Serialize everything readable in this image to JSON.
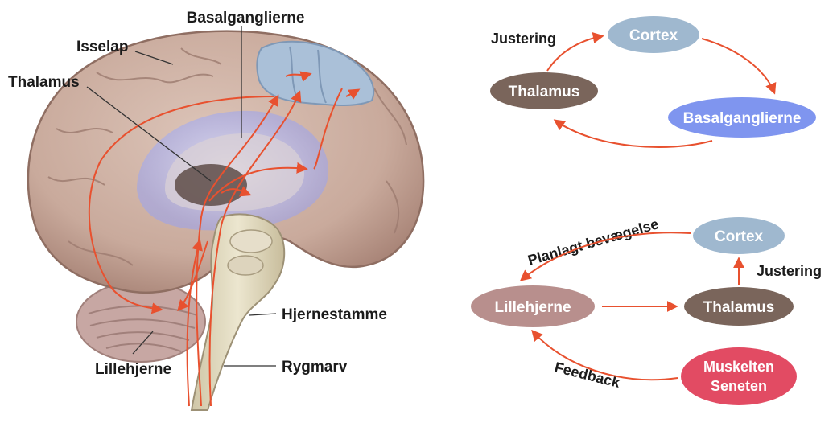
{
  "brain_labels": {
    "basalganglierne": "Basalganglierne",
    "isselap": "Isselap",
    "thalamus": "Thalamus",
    "hjernestamme": "Hjernestamme",
    "rygmarv": "Rygmarv",
    "lillehjerne": "Lillehjerne"
  },
  "top_cycle": {
    "cortex": "Cortex",
    "thalamus": "Thalamus",
    "basalganglierne": "Basalganglierne",
    "justering": "Justering"
  },
  "bottom_cycle": {
    "cortex": "Cortex",
    "thalamus": "Thalamus",
    "lillehjerne": "Lillehjerne",
    "muskelten_line1": "Muskelten",
    "muskelten_line2": "Seneten",
    "planlagt": "Planlagt bevægelse",
    "justering": "Justering",
    "feedback": "Feedback"
  },
  "colors": {
    "arrow": "#e8512f",
    "cortex": "#9fb8cf",
    "thalamus": "#7a655b",
    "basalganglierne": "#7f95ef",
    "lillehjerne": "#b88f8d",
    "muskelten": "#e24b63",
    "brain": "#cdb2a6",
    "brain_dark": "#b69384",
    "blue_region": "#aebfd6"
  }
}
